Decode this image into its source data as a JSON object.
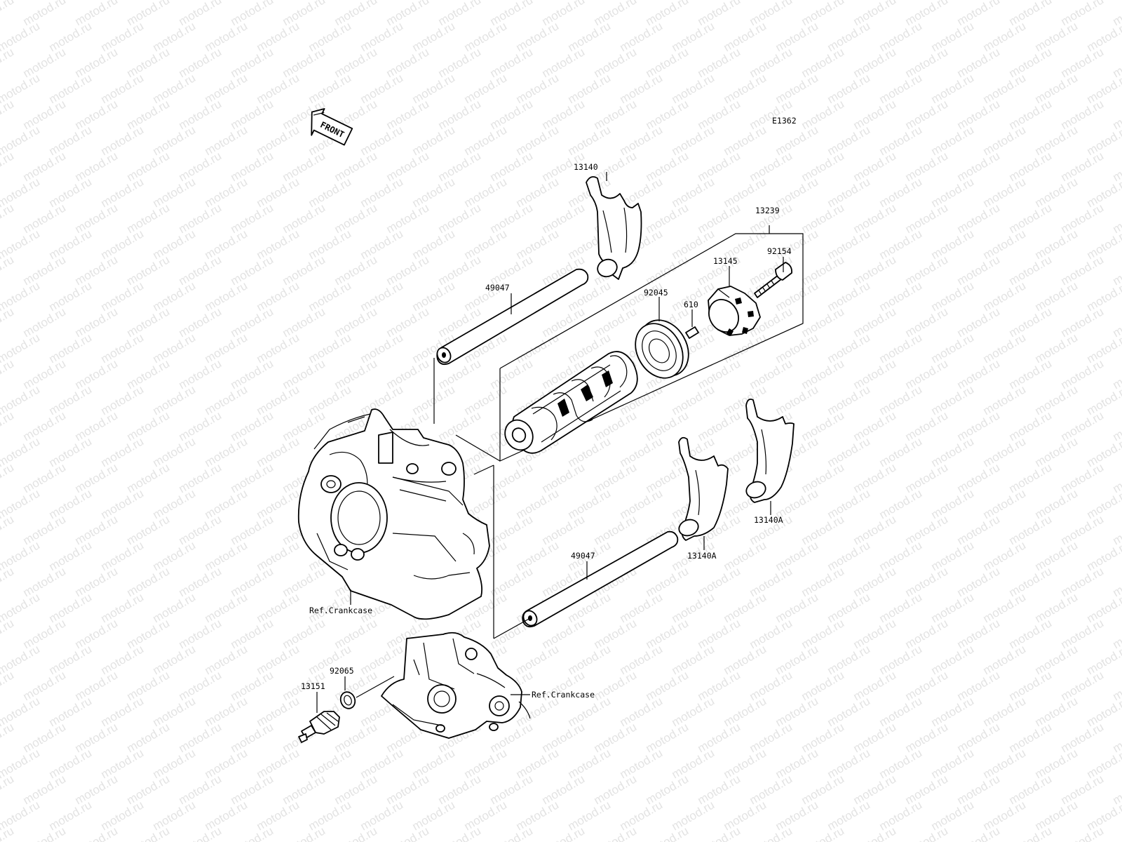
{
  "watermark": "motod.ru",
  "diagram_code": "E1362",
  "front_label": "FRONT",
  "callouts": {
    "c13140": "13140",
    "c13239": "13239",
    "c92154": "92154",
    "c13145": "13145",
    "c92045": "92045",
    "c610": "610",
    "c49047_top": "49047",
    "c49047_bottom": "49047",
    "c13140A_right": "13140A",
    "c13140A_left": "13140A",
    "ref_crankcase_upper": "Ref.Crankcase",
    "ref_crankcase_lower": "Ref.Crankcase",
    "c92065": "92065",
    "c13151": "13151"
  },
  "colors": {
    "ink": "#000000",
    "watermark": "#e3e3e3",
    "background": "#ffffff"
  }
}
